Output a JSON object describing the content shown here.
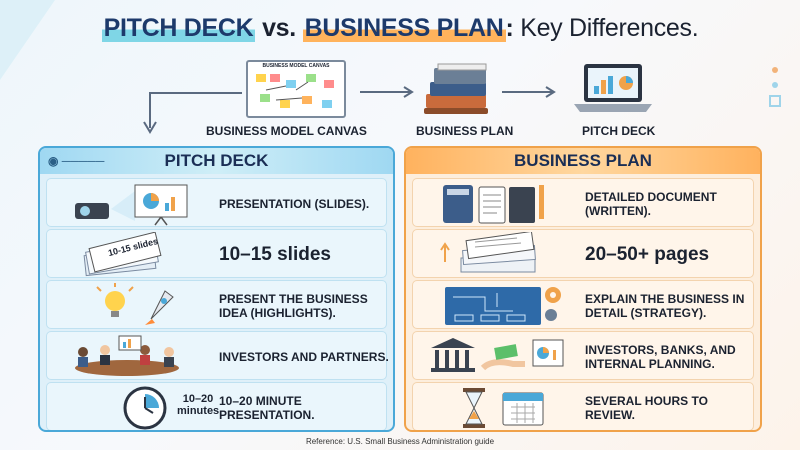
{
  "title": {
    "part1": "PITCH DECK",
    "part2": "vs.",
    "part3": "BUSINESS PLAN",
    "part4": ":",
    "part5": "Key Differences."
  },
  "flow": {
    "canvas_label": "BUSINESS MODEL CANVAS",
    "canvas_board_text": "BUSINESS MODEL CANVAS",
    "plan_label": "BUSINESS PLAN",
    "deck_label": "PITCH DECK"
  },
  "left_panel": {
    "heading": "PITCH DECK",
    "rows": [
      {
        "text": "PRESENTATION (SLIDES).",
        "icon": "projector-icon"
      },
      {
        "text": "10–15 slides",
        "icon": "slides-stack-icon",
        "icon_text": "10-15 slides"
      },
      {
        "text": "PRESENT THE BUSINESS IDEA (HIGHLIGHTS).",
        "icon": "lightbulb-rocket-icon"
      },
      {
        "text": "INVESTORS AND PARTNERS.",
        "icon": "meeting-icon"
      },
      {
        "text": "10–20 MINUTE PRESENTATION.",
        "icon": "clock-icon",
        "icon_text": "10–20 minutes"
      }
    ]
  },
  "right_panel": {
    "heading": "BUSINESS PLAN",
    "rows": [
      {
        "text": "DETAILED DOCUMENT (WRITTEN).",
        "icon": "binder-icon"
      },
      {
        "text": "20–50+ pages",
        "icon": "document-stack-icon"
      },
      {
        "text": "EXPLAIN THE BUSINESS IN DETAIL (STRATEGY).",
        "icon": "blueprint-icon"
      },
      {
        "text": "INVESTORS, BANKS, AND INTERNAL PLANNING.",
        "icon": "bank-money-icon"
      },
      {
        "text": "SEVERAL HOURS TO REVIEW.",
        "icon": "hourglass-calendar-icon"
      }
    ]
  },
  "footer": "Reference: U.S. Small Business Administration guide",
  "colors": {
    "left_accent": "#4aa8d8",
    "right_accent": "#f0a24a",
    "title_text": "#1d3a6b"
  }
}
